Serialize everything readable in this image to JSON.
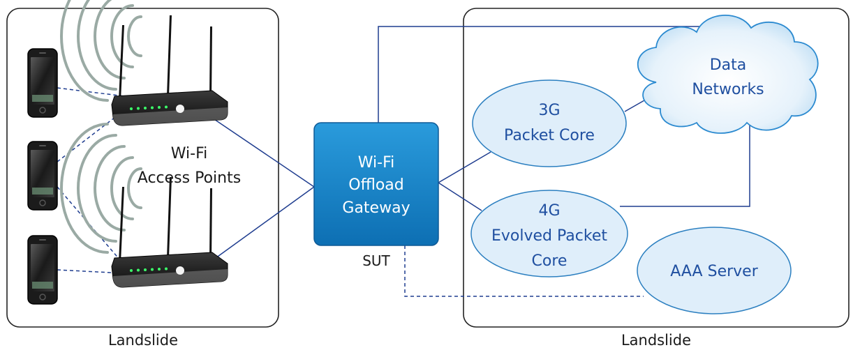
{
  "labels": {
    "left_panel_caption": "Landslide",
    "right_panel_caption": "Landslide",
    "access_points_line1": "Wi-Fi",
    "access_points_line2": "Access Points",
    "gateway_line1": "Wi-Fi",
    "gateway_line2": "Offload",
    "gateway_line3": "Gateway",
    "sut": "SUT",
    "core3g_line1": "3G",
    "core3g_line2": "Packet Core",
    "core4g_line1": "4G",
    "core4g_line2": "Evolved Packet",
    "core4g_line3": "Core",
    "aaa_server": "AAA Server",
    "data_networks_line1": "Data",
    "data_networks_line2": "Networks"
  },
  "colors": {
    "line": "#1f3d8f",
    "gateway_fill": "#1b86c8",
    "gateway_stroke": "#0f5a96",
    "ellipse_fill": "#dfeefa",
    "ellipse_stroke": "#2b7fc0",
    "node_text": "#1f4fa0",
    "cloud_stroke": "#2b8ad0",
    "panel_stroke": "#222222",
    "signal": "#9aaaa4"
  },
  "icons": {
    "phones": [
      "smartphone-icon",
      "smartphone-icon",
      "smartphone-icon"
    ],
    "routers": [
      "wifi-router-icon",
      "wifi-router-icon"
    ],
    "signals": [
      "wifi-signal-icon",
      "wifi-signal-icon"
    ],
    "cloud": "cloud-icon"
  }
}
